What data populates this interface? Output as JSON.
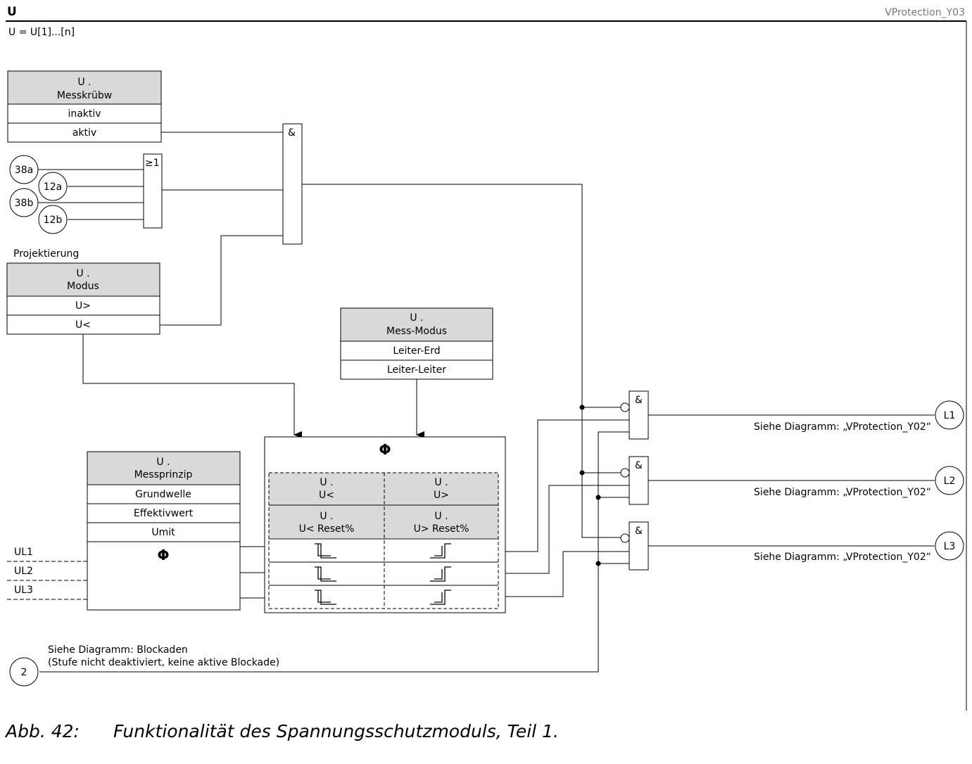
{
  "header": {
    "title": "U",
    "diagram_id": "VProtection_Y03",
    "subtitle": "U = U[1]...[n]"
  },
  "messkruebw": {
    "title_line1": "U .",
    "title_line2": "Messkrübw",
    "options": [
      "inaktiv",
      "aktiv"
    ]
  },
  "or_gate": {
    "symbol": "≥1",
    "inputs": [
      "38a",
      "12a",
      "38b",
      "12b"
    ]
  },
  "and_gate_main": {
    "symbol": "&"
  },
  "projektierung": {
    "label": "Projektierung"
  },
  "modus": {
    "title_line1": "U .",
    "title_line2": "Modus",
    "options": [
      "U>",
      "U<"
    ]
  },
  "mess_modus": {
    "title_line1": "U .",
    "title_line2": "Mess-Modus",
    "options": [
      "Leiter-Erd",
      "Leiter-Leiter"
    ]
  },
  "messprinzip": {
    "title_line1": "U .",
    "title_line2": "Messprinzip",
    "options": [
      "Grundwelle",
      "Effektivwert",
      "Umit"
    ],
    "phi": "Φ"
  },
  "phi_block": {
    "symbol": "Φ",
    "cells": {
      "u_lt": [
        "U .",
        "U<"
      ],
      "u_gt": [
        "U .",
        "U>"
      ],
      "u_lt_reset": [
        "U .",
        "U< Reset%"
      ],
      "u_gt_reset": [
        "U .",
        "U> Reset%"
      ]
    }
  },
  "inputs": [
    "UL1",
    "UL2",
    "UL3"
  ],
  "outputs": [
    {
      "id": "L1",
      "note": "Siehe Diagramm: „VProtection_Y02“"
    },
    {
      "id": "L2",
      "note": "Siehe Diagramm: „VProtection_Y02“"
    },
    {
      "id": "L3",
      "note": "Siehe Diagramm: „VProtection_Y02“"
    }
  ],
  "output_gate": {
    "symbol": "&"
  },
  "blockaden": {
    "id": "2",
    "line1": "Siehe Diagramm: Blockaden",
    "line2": "(Stufe nicht deaktiviert, keine aktive Blockade)"
  },
  "caption": {
    "number": "Abb. 42:",
    "text": "Funktionalität des Spannungsschutzmoduls, Teil 1."
  }
}
